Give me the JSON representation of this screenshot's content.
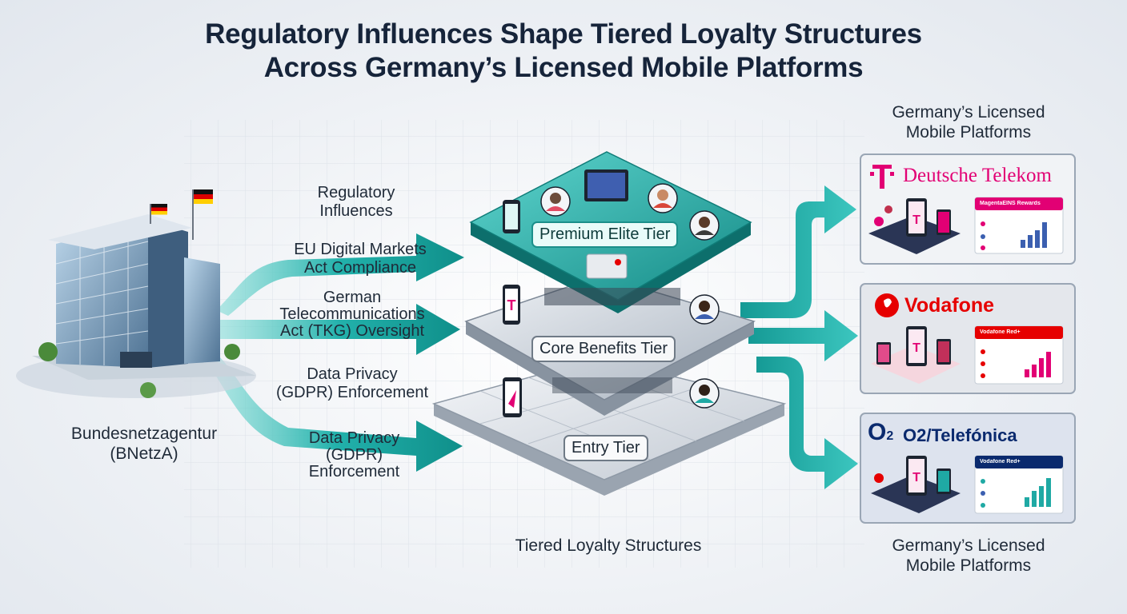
{
  "title": {
    "line1": "Regulatory Influences Shape Tiered Loyalty Structures",
    "line2": "Across Germany’s Licensed Mobile Platforms"
  },
  "regulator": {
    "line1": "Bundesnetzagentur",
    "line2": "(BNetzA)"
  },
  "influences": {
    "heading_line1": "Regulatory",
    "heading_line2": "Influences",
    "eu_line1": "EU Digital Markets",
    "eu_line2": "Act Compliance",
    "tkg_line1": "German",
    "tkg_line2": "Telecommunications",
    "tkg_line3": "Act (TKG) Oversight",
    "gdpr_a_line1": "Data Privacy",
    "gdpr_a_line2": "(GDPR) Enforcement",
    "gdpr_b_line1": "Data Privacy",
    "gdpr_b_line2": "(GDPR)",
    "gdpr_b_line3": "Enforcement"
  },
  "tiers": {
    "premium": "Premium Elite Tier",
    "core": "Core Benefits Tier",
    "entry": "Entry Tier",
    "caption": "Tiered Loyalty Structures"
  },
  "platforms": {
    "heading_top_line1": "Germany’s Licensed",
    "heading_top_line2": "Mobile Platforms",
    "heading_bottom_line1": "Germany’s Licensed",
    "heading_bottom_line2": "Mobile Platforms",
    "telekom": {
      "name": "Deutsche Telekom",
      "panel": "MagentaEINS Rewards"
    },
    "vodafone": {
      "name": "Vodafone",
      "panel": "Vodafone Red+"
    },
    "o2": {
      "logo": "O",
      "logo_sub": "2",
      "name": "O2/Telefónica",
      "panel": "Vodafone Red+"
    }
  },
  "colors": {
    "teal": "#1fa9a4",
    "telekom_magenta": "#e20074",
    "vodafone_red": "#e60000",
    "o2_blue": "#0a2a6e"
  }
}
